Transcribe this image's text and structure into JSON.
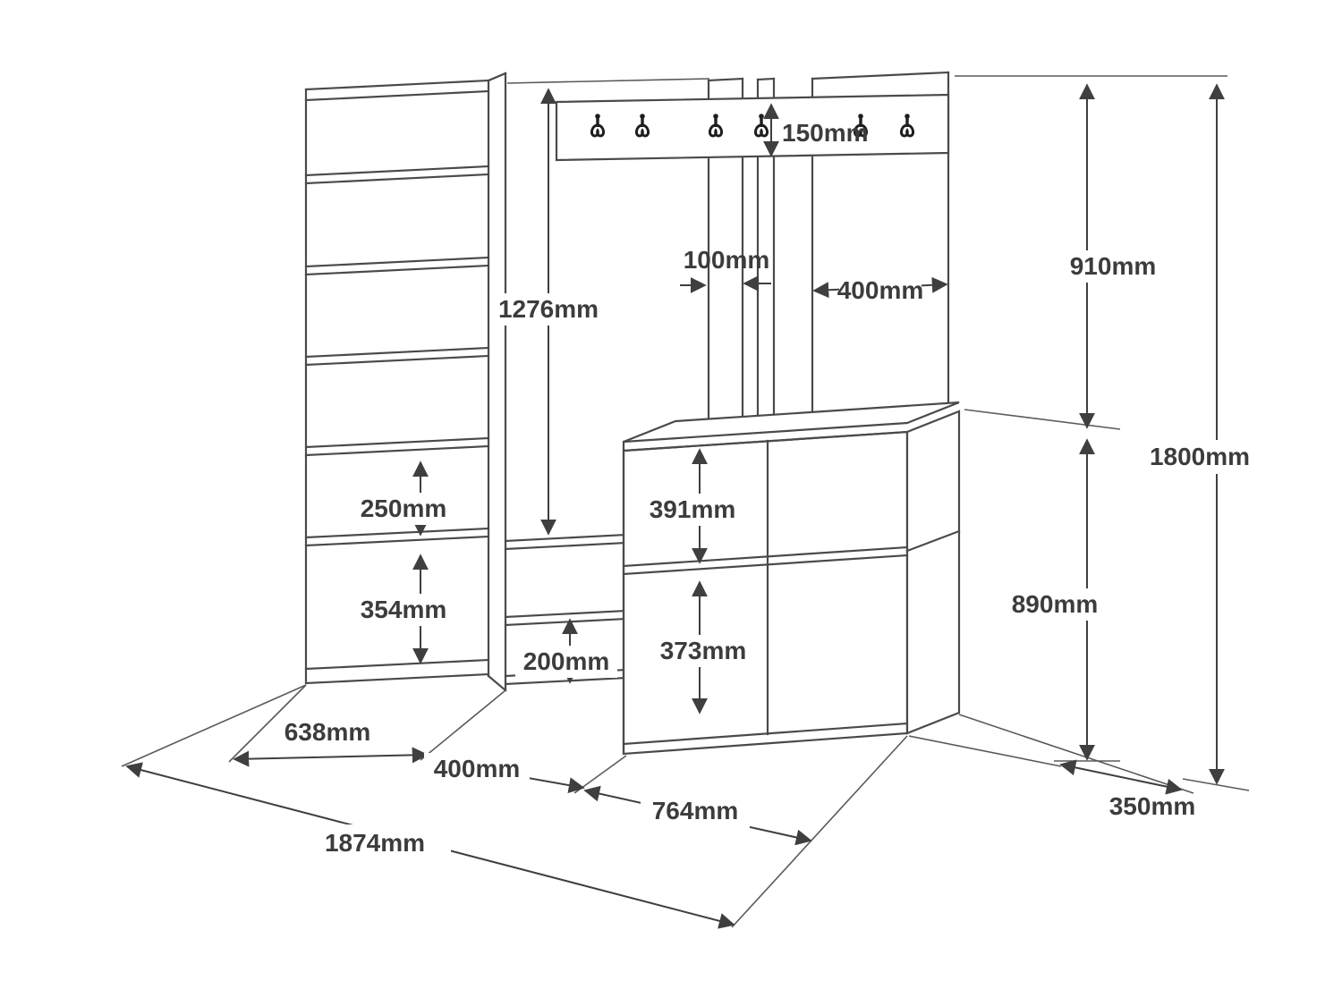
{
  "page": {
    "background": "#ffffff",
    "line_color": "#4a4a4a",
    "dimension_color": "#3f3f3f",
    "text_color": "#3c3c3c"
  },
  "diagram": {
    "type": "furniture-dimension-drawing",
    "subject": "hallway unit with tall bookshelf, coat-hook panel and shoe bench",
    "unit": "mm",
    "hook_count": 6,
    "labels": {
      "board_height": "150mm",
      "open_height": "1276mm",
      "slat_width": "100mm",
      "panel_width": "400mm",
      "upper_right_height": "910mm",
      "total_height": "1800mm",
      "shelf_gap_upper": "250mm",
      "shelf_gap_lower": "354mm",
      "cubby_upper_height": "391mm",
      "cubby_lower_height": "373mm",
      "mid_shelf_gap": "200mm",
      "lower_right_height": "890mm",
      "bookshelf_width": "638mm",
      "mid_width": "400mm",
      "bench_width": "764mm",
      "total_width": "1874mm",
      "depth": "350mm"
    }
  }
}
